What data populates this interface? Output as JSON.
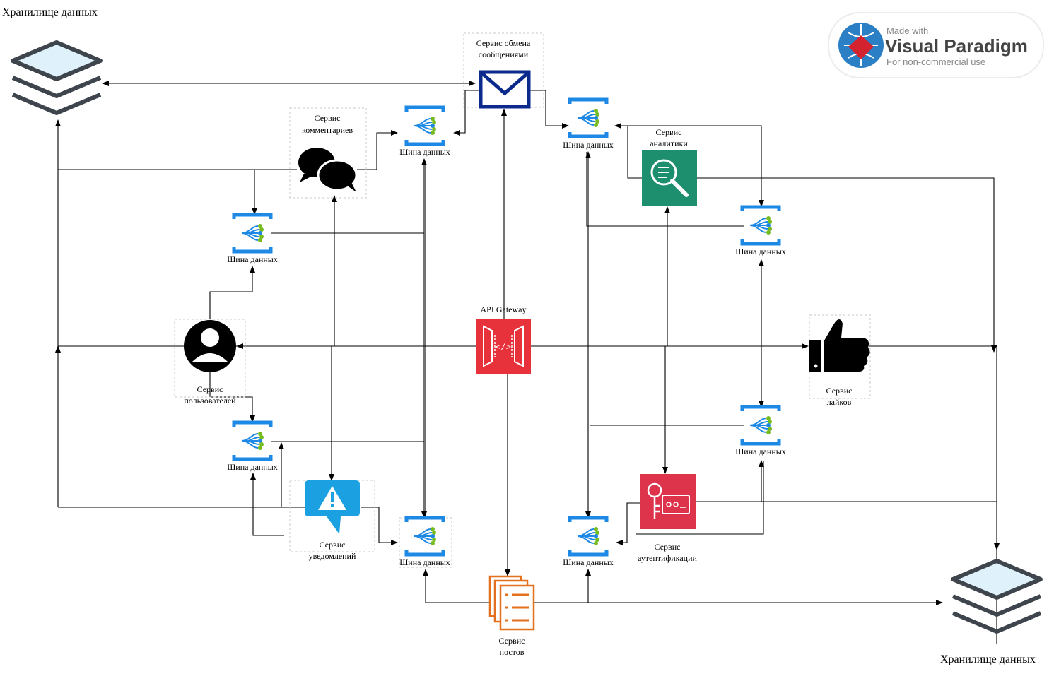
{
  "storage": {
    "top_label": "Хранилище данных",
    "bottom_label": "Хранилище данных"
  },
  "watermark": {
    "line1": "Made with",
    "line2": "Visual Paradigm",
    "line3": "For non-commercial use"
  },
  "services": {
    "messaging": [
      "Сервис обмена",
      "сообщениями"
    ],
    "comments": [
      "Сервис",
      "комментариев"
    ],
    "analytics": [
      "Сервис",
      "аналитики"
    ],
    "users": [
      "Сервис",
      "пользователей"
    ],
    "likes": [
      "Сервис",
      "лайков"
    ],
    "notifications": [
      "Сервис",
      "уведомлений"
    ],
    "auth": [
      "Сервис",
      "аутентификации"
    ],
    "posts": [
      "Сервис",
      "постов"
    ],
    "gateway": "API Gateway"
  },
  "bus_label": "Шина данных",
  "colors": {
    "bus_blue": "#1e88e5",
    "bus_green": "#76bc21",
    "gateway_red": "#e7323b",
    "analytics_green": "#1d8f6f",
    "auth_red": "#dd344c",
    "posts_orange": "#e2701d",
    "notify_cyan": "#1ba1e2",
    "mail_navy": "#0b2a8c"
  }
}
